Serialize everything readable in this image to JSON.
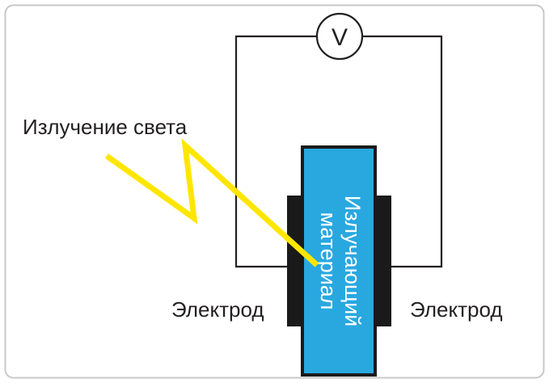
{
  "labels": {
    "light_emission": "Излучение света",
    "electrode_left": "Электрод",
    "electrode_right": "Электрод",
    "material_line1": "Излучающий",
    "material_line2": "материал",
    "voltmeter": "V"
  },
  "colors": {
    "frame_border": "#c8c8c8",
    "wire": "#231f20",
    "material_fill": "#29a8e0",
    "material_stroke": "#1a1a1a",
    "electrode_fill": "#1a1a1a",
    "light_ray": "#ffe600",
    "text": "#231f20",
    "material_text": "#ffffff"
  }
}
